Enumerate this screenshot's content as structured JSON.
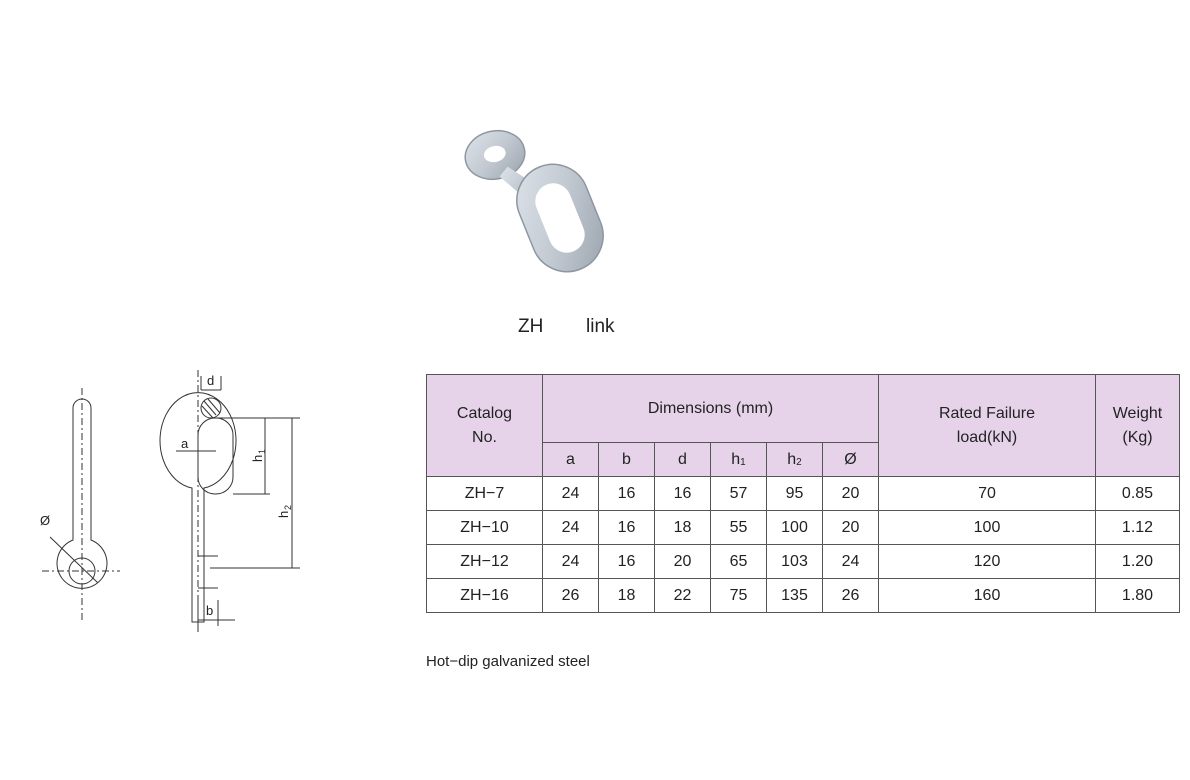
{
  "photo": {
    "name": "ZH",
    "label": "link"
  },
  "table": {
    "header": {
      "catalog": "Catalog\nNo.",
      "dimensions": "Dimensions (mm)",
      "rated": "Rated Failure\nload(kN)",
      "weight": "Weight\n(Kg)",
      "dims": [
        "a",
        "b",
        "d",
        "h",
        "h",
        "Ø"
      ],
      "dims_sub": [
        "",
        "",
        "",
        "1",
        "2",
        ""
      ]
    },
    "rows": [
      [
        "ZH−7",
        "24",
        "16",
        "16",
        "57",
        "95",
        "20",
        "70",
        "0.85"
      ],
      [
        "ZH−10",
        "24",
        "16",
        "18",
        "55",
        "100",
        "20",
        "100",
        "1.12"
      ],
      [
        "ZH−12",
        "24",
        "16",
        "20",
        "65",
        "103",
        "24",
        "120",
        "1.20"
      ],
      [
        "ZH−16",
        "26",
        "18",
        "22",
        "75",
        "135",
        "26",
        "160",
        "1.80"
      ]
    ]
  },
  "drawing": {
    "labels": {
      "dia": "Ø",
      "d": "d",
      "a": "a",
      "h1": "h",
      "h1_sub": "1",
      "h2": "h",
      "h2_sub": "2",
      "b": "b"
    }
  },
  "note": "Hot−dip galvanized steel",
  "colors": {
    "header_bg": "#e6d3ea",
    "border": "#555555",
    "metal": "#c5ccd4"
  }
}
